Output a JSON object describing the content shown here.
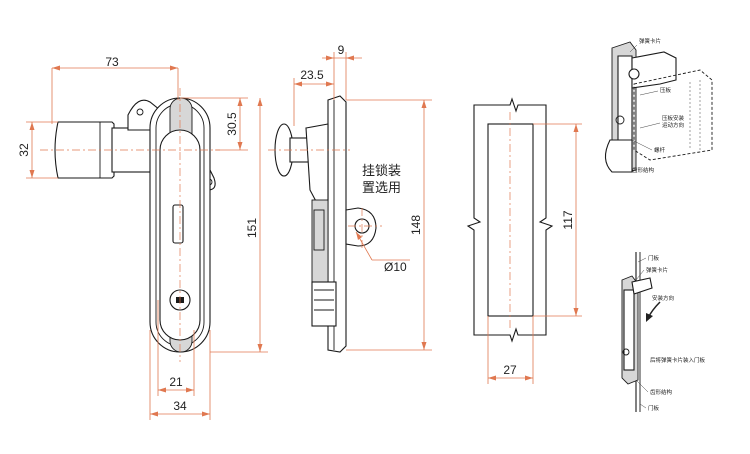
{
  "dimensions": {
    "handle_length": "73",
    "width_offset": "9",
    "grip_depth": "23.5",
    "grip_height": "32",
    "top_offset": "30.5",
    "overall_height": "151",
    "body_height": "148",
    "cutout_height": "117",
    "cutout_width": "27",
    "lock_offset": "21",
    "body_width": "34",
    "hole_diameter": "Ø10"
  },
  "notes": {
    "padlock_line1": "挂锁装",
    "padlock_line2": "置选用"
  },
  "detail_top": {
    "spring_clip": "弹簧卡片",
    "press_plate": "压板",
    "press_plate_dir_1": "压板安装",
    "press_plate_dir_2": "运动方向",
    "screw": "螺杆",
    "tooth_structure": "齿形结构"
  },
  "detail_bottom": {
    "door_panel_top": "门板",
    "spring_clip": "弹簧卡片",
    "install_dir": "安装方向",
    "instruction": "后将弹簧卡片装入门板",
    "tooth_structure": "齿形结构",
    "door_panel_bottom": "门板"
  },
  "colors": {
    "dimension_line": "#e07850",
    "outline": "#1a1a1a",
    "shade": "#d7d7d7"
  }
}
